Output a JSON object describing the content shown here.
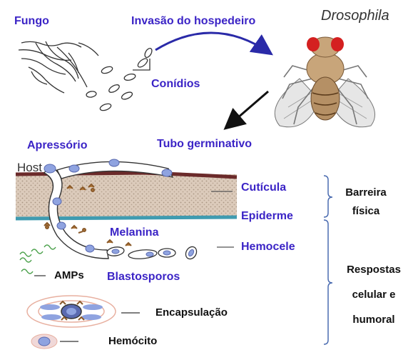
{
  "labels": {
    "fungo": "Fungo",
    "invasao": "Invasão do hospedeiro",
    "drosophila": "Drosophila",
    "conidios": "Conídios",
    "apressorio": "Apressório",
    "tubo": "Tubo germinativo",
    "host": "Host",
    "cuticula": "Cutícula",
    "epiderme": "Epiderme",
    "melanina": "Melanina",
    "hemocele": "Hemocele",
    "amps": "AMPs",
    "blastosporos": "Blastosporos",
    "encapsulacao": "Encapsulação",
    "hemocito": "Hemócito",
    "barreira_l1": "Barreira",
    "barreira_l2": "física",
    "respostas_l1": "Respostas",
    "respostas_l2": "celular e",
    "respostas_l3": "humoral"
  },
  "colors": {
    "label_blue": "#3b24c6",
    "arrow_blue": "#2a2aa8",
    "bracket_blue": "#4a6bb0",
    "cuticle_dark": "#6b2a2a",
    "epidermis_teal": "#3f9bb0",
    "tissue_tan": "#d9c7b8",
    "fungus_fill": "#8fa3e0",
    "melanin_brown": "#8a5a2a"
  }
}
